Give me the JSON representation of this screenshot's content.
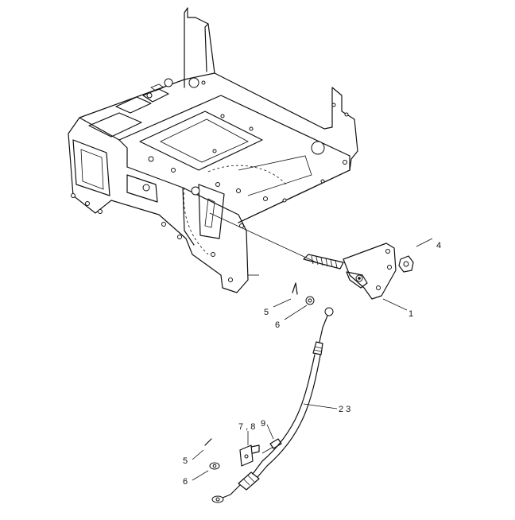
{
  "callouts": {
    "c1": "1",
    "c4": "4",
    "c5a": "5",
    "c6a": "6",
    "c23": "2 3",
    "c78": "7 , 8",
    "c9": "9",
    "c5b": "5",
    "c6b": "6"
  },
  "colors": {
    "ink": "#111111",
    "paper": "#ffffff"
  }
}
